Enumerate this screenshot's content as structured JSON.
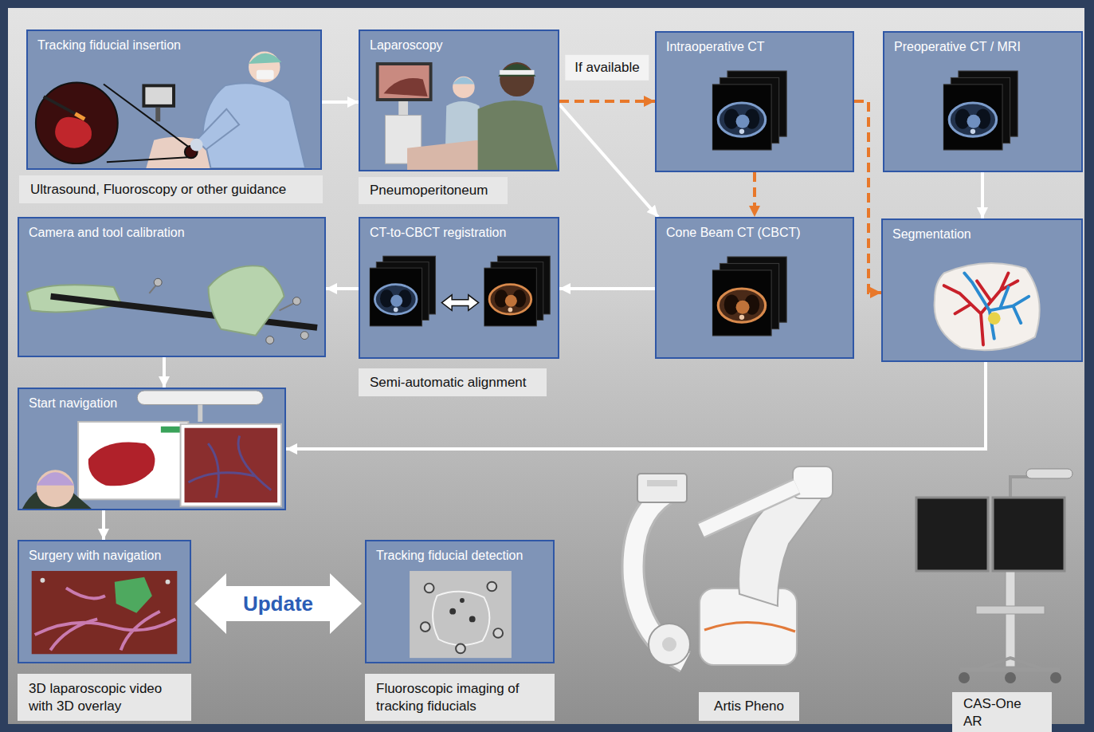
{
  "diagram": {
    "nodes": [
      {
        "text": [
          "Tracking fiducial insertion"
        ]
      },
      {
        "text": [
          "Ultrasound, Fluoroscopy or other guidance"
        ]
      },
      {
        "text": [
          "Laparoscopy"
        ]
      },
      {
        "text": [
          "Pneumoperitoneum"
        ]
      },
      {
        "text": [
          "Intraoperative CT"
        ]
      },
      {
        "text": [
          "Preoperative CT / MRI"
        ]
      },
      {
        "text": [
          "Camera and tool calibration"
        ]
      },
      {
        "text": [
          "CT-to-CBCT registration"
        ]
      },
      {
        "text": [
          "Cone Beam CT (CBCT)"
        ]
      },
      {
        "text": [
          "Segmentation"
        ]
      },
      {
        "text": [
          "Semi-automatic alignment"
        ]
      },
      {
        "text": [
          "Start navigation"
        ]
      },
      {
        "text": [
          "Surgery with navigation"
        ]
      },
      {
        "text": [
          "3D laparoscopic video with 3D overlay"
        ]
      },
      {
        "text": [
          "Tracking fiducial detection"
        ]
      },
      {
        "text": [
          "Fluoroscopic imaging of tracking fiducials"
        ]
      },
      {
        "text": [
          "Artis Pheno"
        ]
      },
      {
        "text": [
          "CAS-One AR"
        ]
      }
    ],
    "edges": [
      {
        "from": 0,
        "to": 2,
        "arrow": "to"
      },
      {
        "from": 2,
        "to": 4,
        "label": "If available",
        "arrow": "to"
      },
      {
        "from": 2,
        "to": 8,
        "arrow": "to"
      },
      {
        "from": 4,
        "to": 8,
        "arrow": "to"
      },
      {
        "from": 4,
        "to": 9,
        "arrow": "to"
      },
      {
        "from": 5,
        "to": 9,
        "arrow": "to"
      },
      {
        "from": 8,
        "to": 7,
        "arrow": "to"
      },
      {
        "from": 7,
        "to": 6,
        "arrow": "to"
      },
      {
        "from": 6,
        "to": 11,
        "arrow": "to"
      },
      {
        "from": 9,
        "to": 11,
        "arrow": "to"
      },
      {
        "from": 11,
        "to": 12,
        "arrow": "to"
      },
      {
        "from": 12,
        "to": 14,
        "label": "Update",
        "arrow": "both"
      }
    ]
  }
}
